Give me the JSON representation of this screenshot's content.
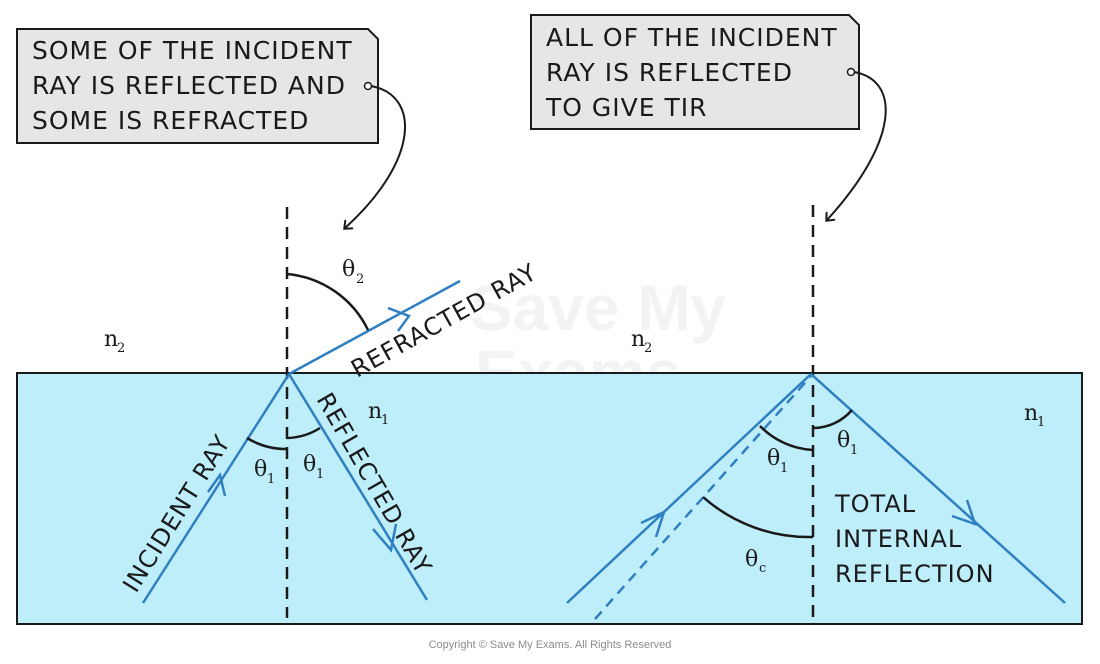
{
  "callouts": {
    "left": [
      "SOME OF THE INCIDENT",
      "RAY IS REFLECTED AND",
      "SOME IS REFRACTED"
    ],
    "right": [
      "ALL OF THE INCIDENT",
      "RAY IS REFLECTED",
      "TO GIVE TIR"
    ]
  },
  "left_diagram": {
    "n_top": "n",
    "n_top_sub": "2",
    "n_bottom": "n",
    "n_bottom_sub": "1",
    "incident_label": "INCIDENT RAY",
    "reflected_label": "REFLECTED RAY",
    "refracted_label": "REFRACTED RAY",
    "theta1": "θ",
    "theta1_sub": "1",
    "theta2": "θ",
    "theta2_sub": "2"
  },
  "right_diagram": {
    "n_top": "n",
    "n_top_sub": "2",
    "n_bottom": "n",
    "n_bottom_sub": "1",
    "theta1": "θ",
    "theta1_sub": "1",
    "thetac": "θ",
    "thetac_sub": "c",
    "tir_label": [
      "TOTAL",
      "INTERNAL",
      "REFLECTION"
    ]
  },
  "watermark": [
    "Save My",
    "Exams"
  ],
  "copyright": "Copyright © Save My Exams. All Rights Reserved",
  "colors": {
    "medium_fill": "#bfeefb",
    "ray": "#2f7fc1",
    "callout_fill": "#e6e6e6",
    "outline": "#1a1a1a"
  }
}
